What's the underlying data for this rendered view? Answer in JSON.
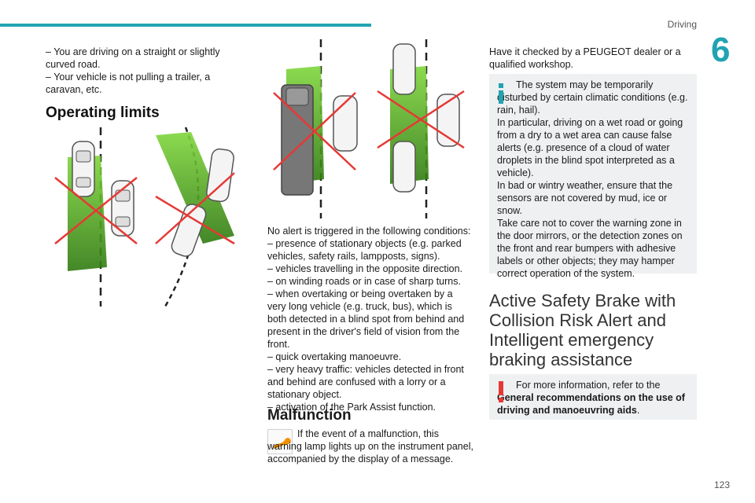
{
  "header": {
    "section": "Driving",
    "chapter": "6",
    "page": "123"
  },
  "col1": {
    "lines": [
      "– You are driving on a straight or slightly curved road.",
      "– Your vehicle is not pulling a trailer, a caravan, etc."
    ],
    "heading": "Operating limits"
  },
  "col2": {
    "intro": "No alert is triggered in the following conditions:",
    "items": [
      "– presence of stationary objects (e.g. parked vehicles, safety rails, lampposts, signs).",
      "– vehicles travelling in the opposite direction.",
      "– on winding roads or in case of sharp turns.",
      "– when overtaking or being overtaken by a very long vehicle (e.g. truck, bus), which is both detected in a blind spot from behind and present in the driver's field of vision from the front.",
      "– quick overtaking manoeuvre.",
      "– very heavy traffic: vehicles detected in front and behind are confused with a lorry or a stationary object.",
      "– activation of the Park Assist function."
    ],
    "mal_heading": "Malfunction",
    "mal_text": "If the event of a malfunction, this warning lamp lights up on the instrument panel, accompanied by the display of a message."
  },
  "col3": {
    "top": "Have it checked by a PEUGEOT dealer or a qualified workshop.",
    "info": [
      "The system may be temporarily disturbed by certain climatic conditions (e.g. rain, hail).",
      "In particular, driving on a wet road or going from a dry to a wet area can cause false alerts (e.g. presence of a cloud of water droplets in the blind spot interpreted as a vehicle).",
      "In bad or wintry weather, ensure that the sensors are not covered by mud, ice or snow.",
      "Take care not to cover the warning zone in the door mirrors, or the detection zones on the front and rear bumpers with adhesive labels or other objects; they may hamper correct operation of the system."
    ],
    "title": "Active Safety Brake with Collision Risk Alert and Intelligent emergency braking assistance",
    "warn_pre": "For more information, refer to the ",
    "warn_bold": "General recommendations on the use of driving and manoeuvring aids",
    "warn_post": "."
  },
  "colors": {
    "accent": "#21a3b2",
    "zone_green": "#4caf2a",
    "cross_red": "#e53935",
    "warning_orange": "#f39200"
  },
  "icons": {
    "info": "info-icon",
    "warning": "exclamation-icon",
    "lamp": "wrench-warning-icon"
  }
}
